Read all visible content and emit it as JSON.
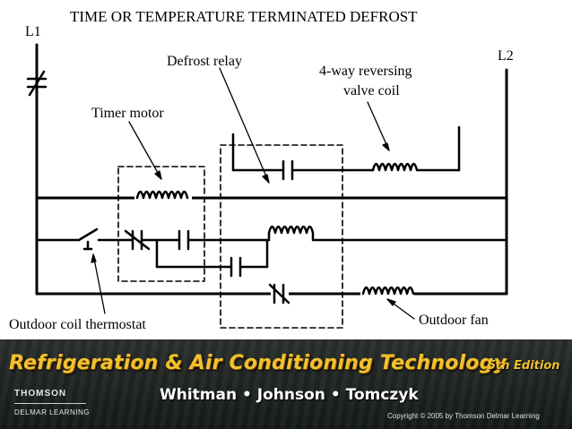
{
  "diagram": {
    "title": "TIME OR TEMPERATURE TERMINATED DEFROST",
    "labels": {
      "l1": "L1",
      "l2": "L2",
      "defrost_relay": "Defrost relay",
      "reversing_valve_line1": "4-way reversing",
      "reversing_valve_line2": "valve coil",
      "timer_motor": "Timer motor",
      "outdoor_coil_thermostat": "Outdoor coil thermostat",
      "outdoor_fan": "Outdoor fan"
    },
    "colors": {
      "wire": "#000000",
      "background": "#ffffff"
    }
  },
  "banner": {
    "title": "Refrigeration & Air Conditioning Technology",
    "edition": "5th Edition",
    "authors": "Whitman • Johnson • Tomczyk",
    "publisher_line1": "THOMSON",
    "publisher_line2": "DELMAR LEARNING",
    "copyright": "Copyright © 2005 by Thomson Delmar Learning",
    "colors": {
      "title": "#f2c12e",
      "authors": "#ffffff",
      "background": "#1c2020"
    }
  }
}
